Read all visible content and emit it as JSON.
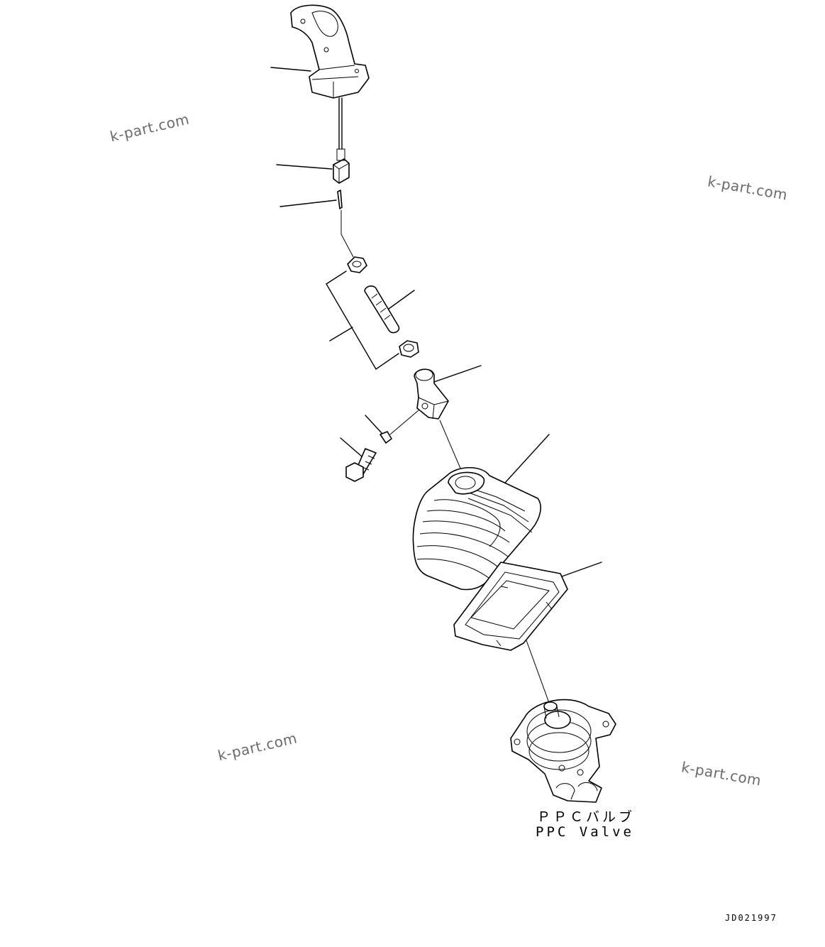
{
  "watermarks": [
    "k-part.com",
    "k-part.com",
    "k-part.com",
    "k-part.com"
  ],
  "labels": {
    "ppc_valve_jp": "ＰＰＣバルブ",
    "ppc_valve_en": "PPC Valve"
  },
  "document_code": "JD021997",
  "parts": [
    {
      "name": "lever-grip"
    },
    {
      "name": "connector"
    },
    {
      "name": "pin"
    },
    {
      "name": "collar"
    },
    {
      "name": "shaft"
    },
    {
      "name": "nut"
    },
    {
      "name": "joint-block"
    },
    {
      "name": "spring-washer"
    },
    {
      "name": "bolt"
    },
    {
      "name": "rubber-boot"
    },
    {
      "name": "boot-plate"
    },
    {
      "name": "ppc-valve"
    }
  ]
}
